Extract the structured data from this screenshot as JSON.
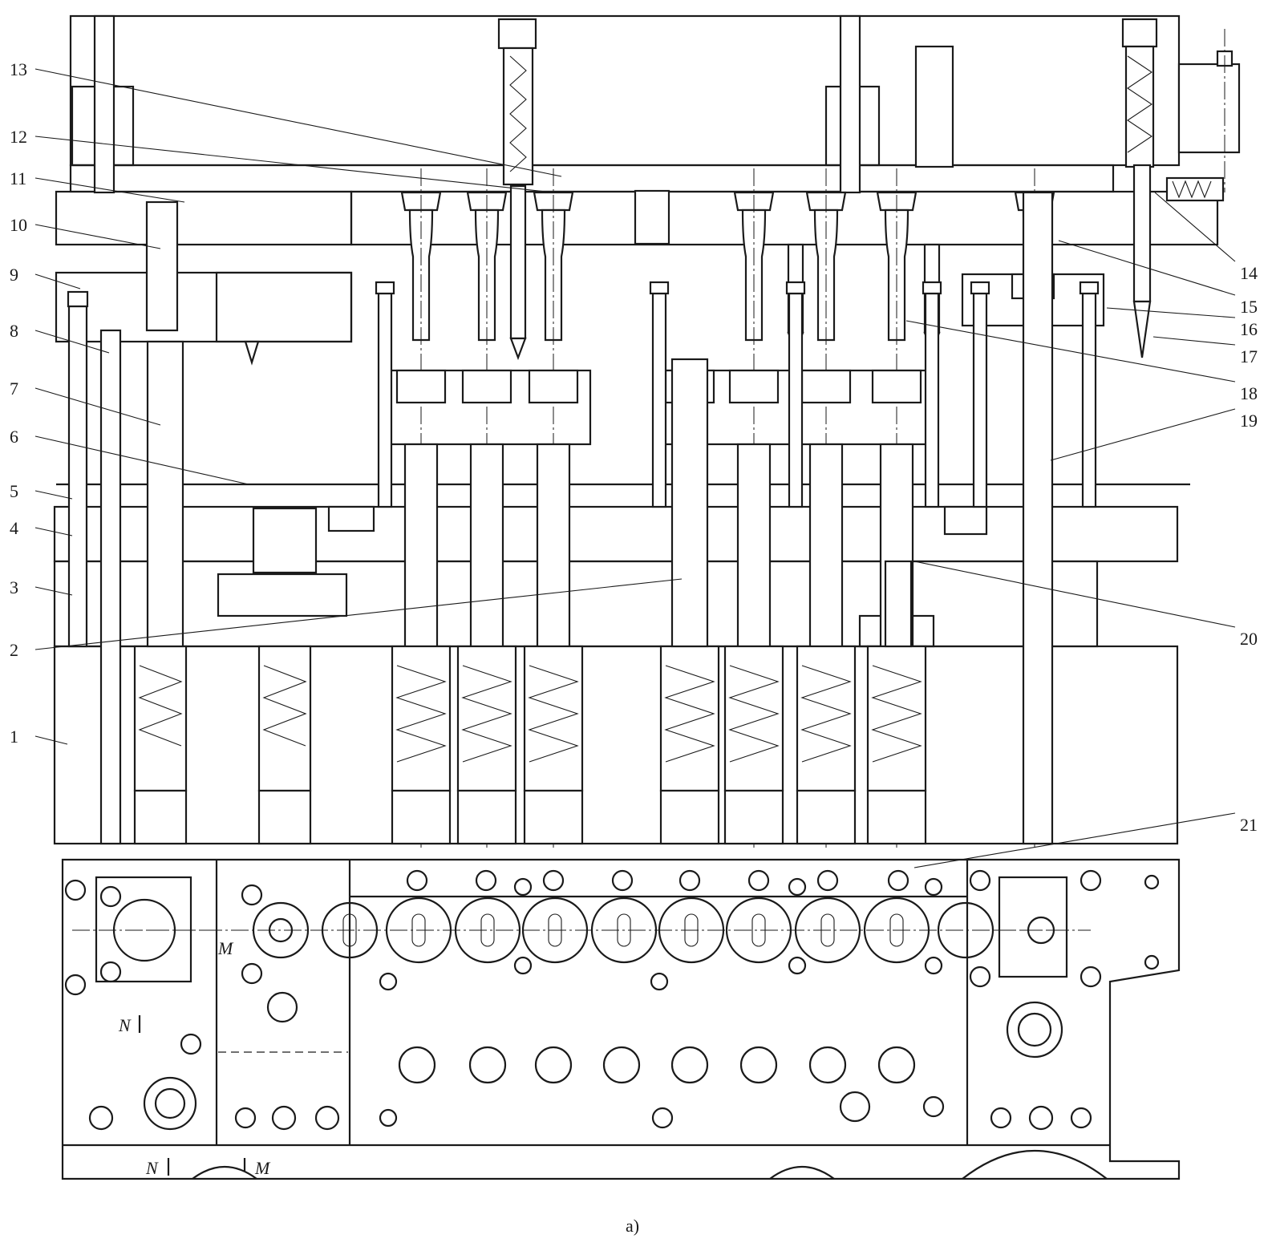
{
  "callouts": {
    "left": [
      "13",
      "12",
      "11",
      "10",
      "9",
      "8",
      "7",
      "6",
      "5",
      "4",
      "3",
      "2",
      "1"
    ],
    "right": [
      "14",
      "15",
      "16",
      "17",
      "18",
      "19",
      "20",
      "21"
    ]
  },
  "section_marks": {
    "m_upper": "M",
    "n_upper": "N",
    "n_lower": "N",
    "m_lower": "M"
  },
  "caption": "a)"
}
